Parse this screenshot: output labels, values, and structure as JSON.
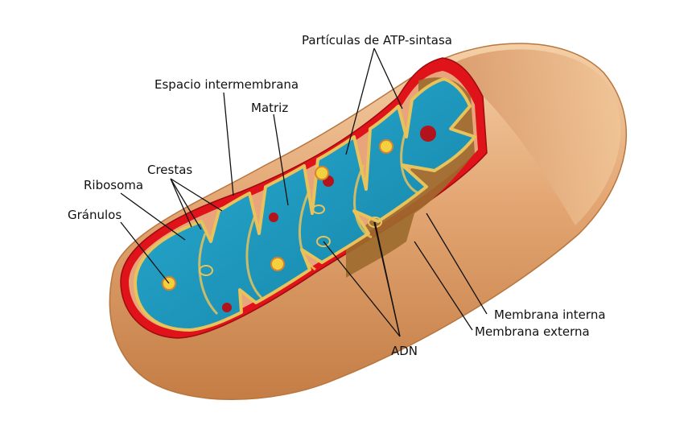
{
  "labels": {
    "atp_sintasa": "Partículas de ATP-sintasa",
    "espacio_intermembrana": "Espacio intermembrana",
    "matriz": "Matriz",
    "crestas": "Crestas",
    "ribosoma": "Ribosoma",
    "granulos": "Gránulos",
    "membrana_interna": "Membrana interna",
    "membrana_externa": "Membrana externa",
    "adn": "ADN"
  },
  "colors": {
    "outer_body": "#d9925a",
    "outer_body_light": "#f1c79c",
    "outer_membrane_red": "#e0121a",
    "matrix_blue": "#1c9ac0",
    "matrix_dark": "#0e6f8f",
    "cristae_yellow": "#e8c25a",
    "granule_red": "#b3141c",
    "atp_particle": "#f4d03f"
  }
}
